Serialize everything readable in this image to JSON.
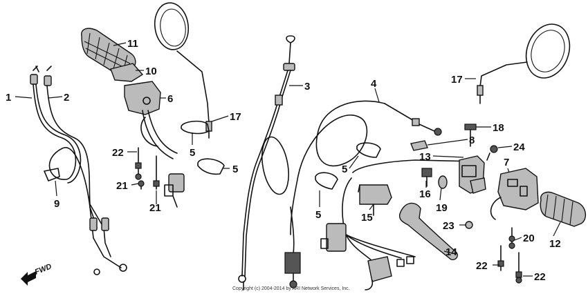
{
  "callouts": [
    "1",
    "2",
    "3",
    "4",
    "5",
    "5",
    "5",
    "5",
    "6",
    "7",
    "8",
    "9",
    "10",
    "11",
    "12",
    "13",
    "14",
    "15",
    "16",
    "17",
    "17",
    "18",
    "19",
    "20",
    "21",
    "21",
    "22",
    "22",
    "22",
    "23",
    "24"
  ],
  "direction_label": "FWD",
  "copyright": "Copyright (c) 2004-2014 by ARI Network Services, Inc."
}
